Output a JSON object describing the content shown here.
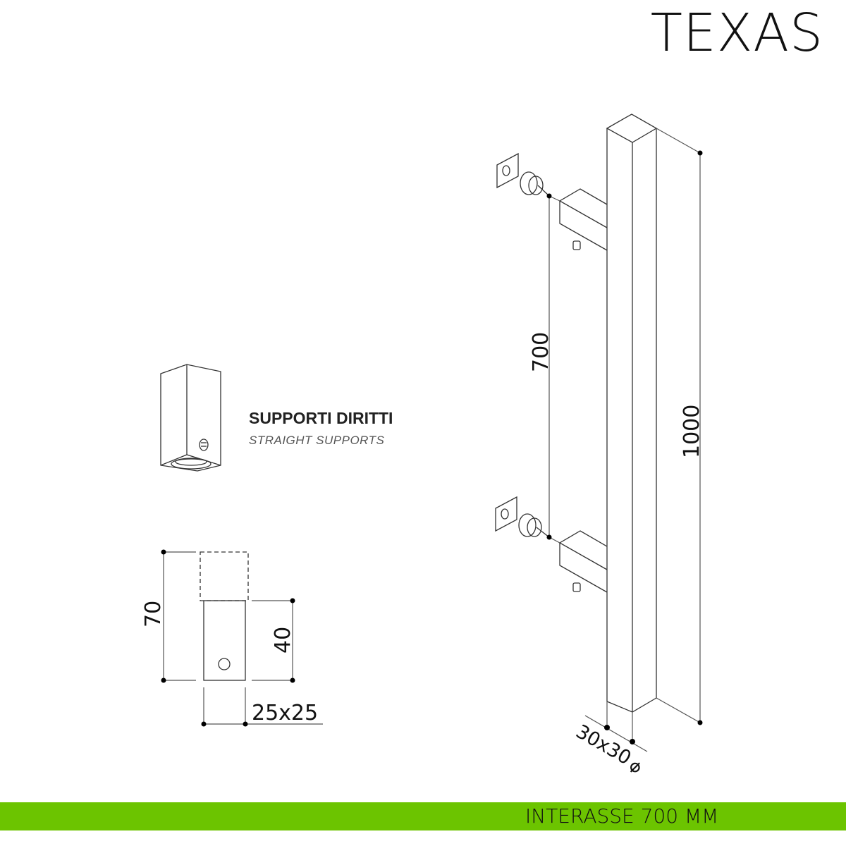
{
  "title": "TEXAS",
  "supports": {
    "label": "SUPPORTI DIRITTI",
    "sublabel": "STRAIGHT SUPPORTS"
  },
  "dimensions": {
    "total_height": "70",
    "support_height": "40",
    "support_section": "25x25",
    "interaxis": "700",
    "length": "1000",
    "bar_section": "30x30",
    "section_symbol": "⌀"
  },
  "footer": {
    "text": "INTERASSE 700 MM"
  },
  "colors": {
    "footer_bg": "#6cc400"
  }
}
